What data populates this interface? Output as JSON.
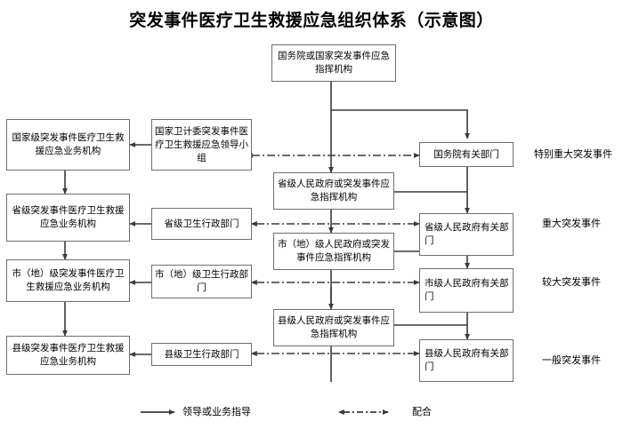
{
  "title": "突发事件医疗卫生救援应急组织体系（示意图）",
  "nodes": {
    "top_command": "国务院或国家突发事件应急指挥机构",
    "national_business": "国家级突发事件医疗卫生救援应急业务机构",
    "national_leadgroup": "国家卫计委突发事件医疗卫生救援应急领导小组",
    "state_council_depts": "国务院有关部门",
    "provincial_command": "省级人民政府或突发事件应急指挥机构",
    "provincial_business": "省级突发事件医疗卫生救援应急业务机构",
    "provincial_health_admin": "省级卫生行政部门",
    "provincial_gov_depts": "省级人民政府有关部门",
    "city_command": "市（地）级人民政府或突发事件应急指挥机构",
    "city_business": "市（地）级突发事件医疗卫生救援应急业务机构",
    "city_health_admin": "市（地）级卫生行政部门",
    "city_gov_depts": "市级人民政府有关部门",
    "county_command": "县级人民政府或突发事件应急指挥机构",
    "county_business": "县级突发事件医疗卫生救援应急业务机构",
    "county_health_admin": "县级卫生行政部门",
    "county_gov_depts": "县级人民政府有关部门"
  },
  "side_labels": {
    "level1": "特别重大突发事件",
    "level2": "重大突发事件",
    "level3": "较大突发事件",
    "level4": "一般突发事件"
  },
  "legend": {
    "solid_label": "领导或业务指导",
    "dashed_label": "配合"
  },
  "colors": {
    "border": "#6f6f6f",
    "line": "#3a3a3a",
    "text": "#000000",
    "background": "#ffffff"
  }
}
